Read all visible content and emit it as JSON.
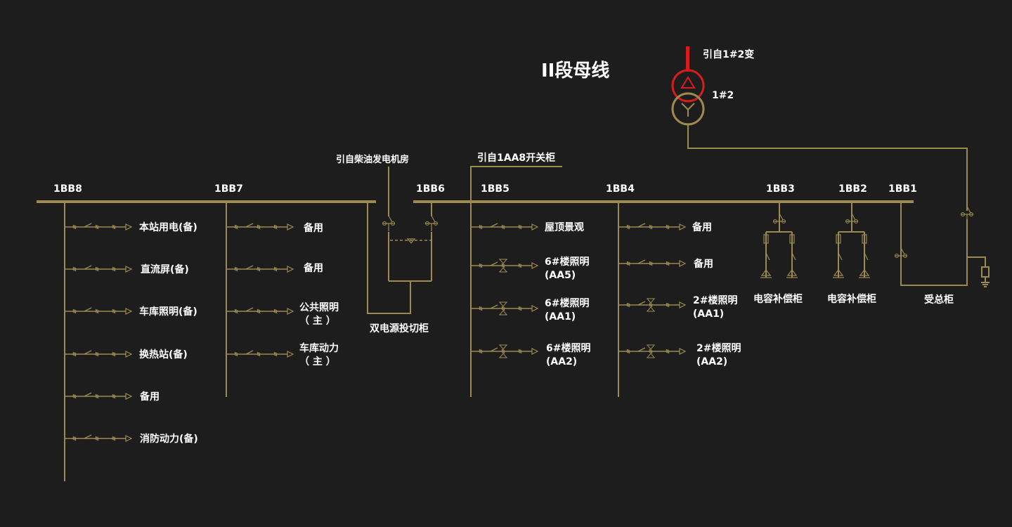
{
  "title": "II段母线",
  "transformer": {
    "source": "引自1#2变",
    "name": "1#2"
  },
  "sources": {
    "diesel": "引自柴油发电机房",
    "aa8": "引自1AA8开关柜"
  },
  "buses": {
    "bb8": "1BB8",
    "bb7": "1BB7",
    "bb6": "1BB6",
    "bb5": "1BB5",
    "bb4": "1BB4",
    "bb3": "1BB3",
    "bb2": "1BB2",
    "bb1": "1BB1"
  },
  "bb8_feeders": [
    "本站用电(备)",
    "直流屏(备)",
    "车库照明(备)",
    "换热站(备)",
    "备用",
    "消防动力(备)"
  ],
  "bb7_feeders": [
    "备用",
    "备用",
    "公共照明\n（ 主 ）",
    "车库动力\n（ 主 ）"
  ],
  "bb5_feeders": [
    "屋顶景观",
    "6#楼照明\n(AA5)",
    "6#楼照明\n(AA1)",
    "6#楼照明\n(AA2)"
  ],
  "bb4_feeders": [
    "备用",
    "备用",
    "2#楼照明\n(AA1)",
    "2#楼照明\n(AA2)"
  ],
  "cabinets": {
    "ats": "双电源投切柜",
    "cap1": "电容补偿柜",
    "cap2": "电容补偿柜",
    "main": "受总柜"
  },
  "colors": {
    "background": "#1d1d1d",
    "line": "#9d8a51",
    "transformer_hv": "#d81b1b",
    "text": "#ffffff"
  }
}
